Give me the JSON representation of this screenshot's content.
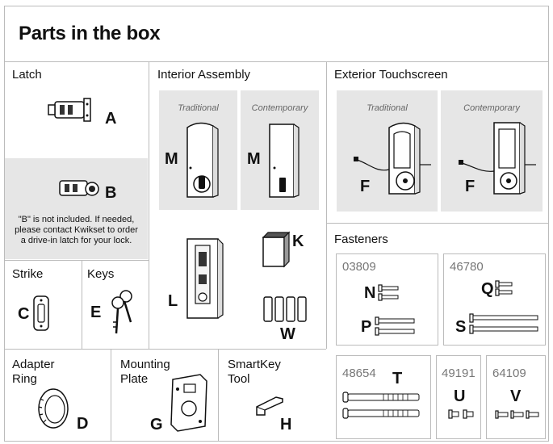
{
  "title": "Parts in the box",
  "sections": {
    "latch": "Latch",
    "interior": "Interior Assembly",
    "exterior": "Exterior Touchscreen",
    "strike": "Strike",
    "keys": "Keys",
    "fasteners": "Fasteners",
    "adapter_ring_l1": "Adapter",
    "adapter_ring_l2": "Ring",
    "mounting_l1": "Mounting",
    "mounting_l2": "Plate",
    "smartkey_l1": "SmartKey",
    "smartkey_l2": "Tool"
  },
  "styles": {
    "traditional": "Traditional",
    "contemporary": "Contemporary"
  },
  "note": {
    "line1": "\"B\" is not included. If needed,",
    "line2": "please contact Kwikset to order",
    "line3": "a drive-in latch for your lock."
  },
  "letters": {
    "A": "A",
    "B": "B",
    "C": "C",
    "D": "D",
    "E": "E",
    "F": "F",
    "G": "G",
    "H": "H",
    "K": "K",
    "L": "L",
    "M": "M",
    "N": "N",
    "P": "P",
    "Q": "Q",
    "S": "S",
    "T": "T",
    "U": "U",
    "V": "V",
    "W": "W"
  },
  "codes": {
    "c1": "03809",
    "c2": "46780",
    "c3": "48654",
    "c4": "49191",
    "c5": "64109"
  },
  "colors": {
    "border": "#bbbbbb",
    "panel": "#e6e6e6",
    "text": "#111111",
    "muted": "#777777"
  }
}
